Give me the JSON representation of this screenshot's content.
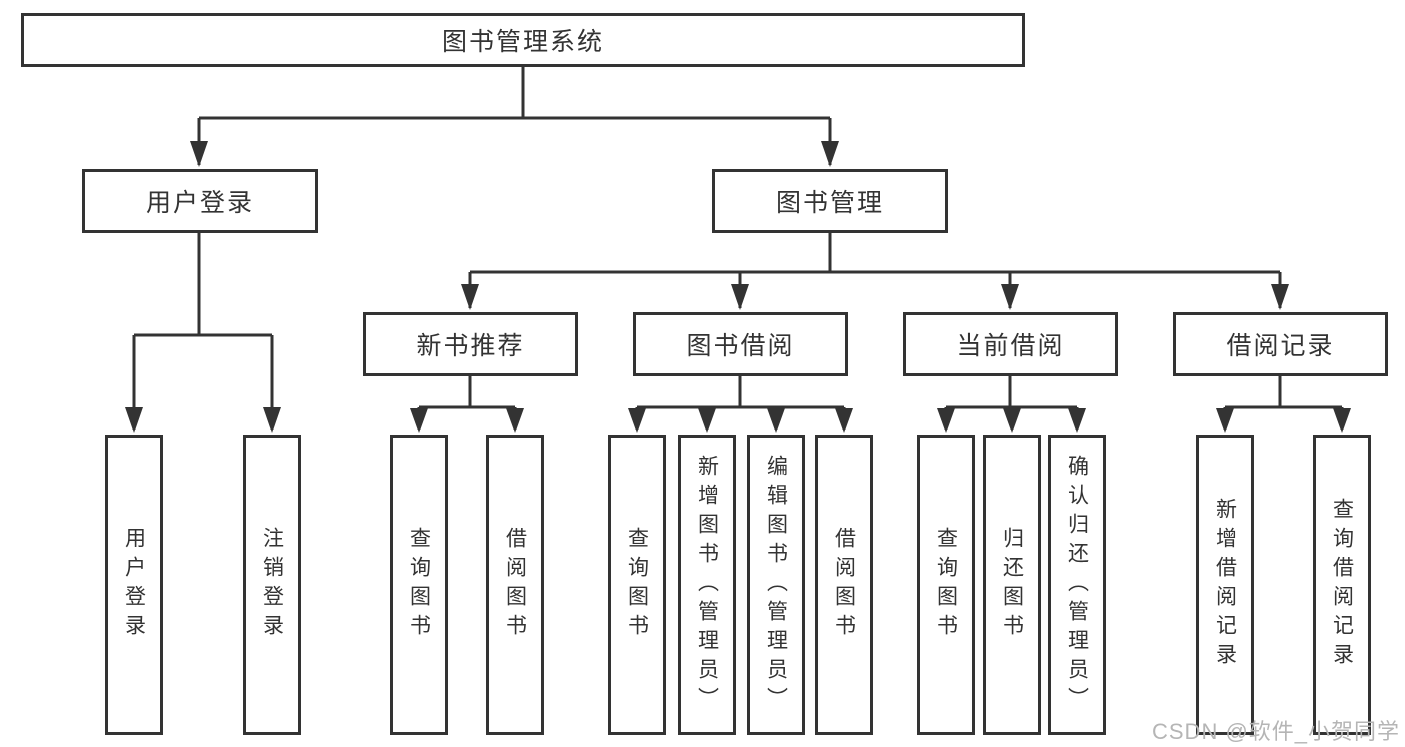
{
  "diagram": {
    "type": "hierarchy-tree",
    "root": {
      "label": "图书管理系统"
    },
    "level2": {
      "user_login": {
        "label": "用户登录"
      },
      "book_management": {
        "label": "图书管理"
      }
    },
    "level3": {
      "new_book_recommend": {
        "label": "新书推荐"
      },
      "book_borrow": {
        "label": "图书借阅"
      },
      "current_borrow": {
        "label": "当前借阅"
      },
      "borrow_record": {
        "label": "借阅记录"
      }
    },
    "leaves": {
      "user_login": {
        "label": "用户登录"
      },
      "logout": {
        "label": "注销登录"
      },
      "rec_query_book": {
        "label": "查询图书"
      },
      "rec_borrow_book": {
        "label": "借阅图书"
      },
      "bb_query_book": {
        "label": "查询图书"
      },
      "bb_add_book": {
        "label": "新增图书（管理员）"
      },
      "bb_edit_book": {
        "label": "编辑图书（管理员）"
      },
      "bb_borrow_book": {
        "label": "借阅图书"
      },
      "cb_query_book": {
        "label": "查询图书"
      },
      "cb_return_book": {
        "label": "归还图书"
      },
      "cb_confirm_return": {
        "label": "确认归还（管理员）"
      },
      "br_add_record": {
        "label": "新增借阅记录"
      },
      "br_query_record": {
        "label": "查询借阅记录"
      }
    },
    "hierarchy": {
      "图书管理系统": {
        "用户登录": [
          "用户登录",
          "注销登录"
        ],
        "图书管理": {
          "新书推荐": [
            "查询图书",
            "借阅图书"
          ],
          "图书借阅": [
            "查询图书",
            "新增图书（管理员）",
            "编辑图书（管理员）",
            "借阅图书"
          ],
          "当前借阅": [
            "查询图书",
            "归还图书",
            "确认归还（管理员）"
          ],
          "借阅记录": [
            "新增借阅记录",
            "查询借阅记录"
          ]
        }
      }
    },
    "colors": {
      "line": "#333333",
      "text": "#333333",
      "box_background": "#ffffff",
      "watermark": "#b5b5b5"
    }
  },
  "watermark": {
    "text": "CSDN @软件_小贺同学"
  }
}
